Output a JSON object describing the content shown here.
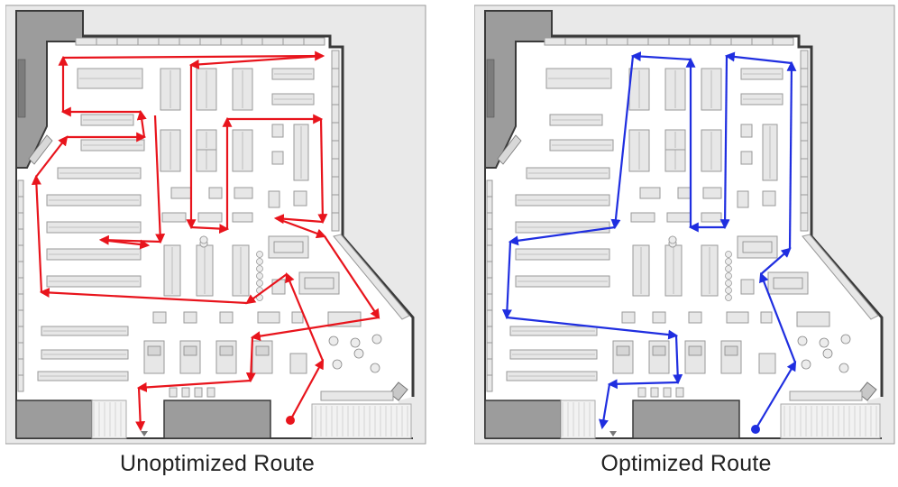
{
  "panels": [
    {
      "caption": "Unoptimized Route",
      "route_color": "#e8141c",
      "route_kind": "unoptimized"
    },
    {
      "caption": "Optimized Route",
      "route_color": "#1f2ee0",
      "route_kind": "optimized"
    }
  ],
  "colors": {
    "background_outside": "#e9e9e9",
    "floor": "#ffffff",
    "wall": "#3a3a3a",
    "dark_block": "#9c9c9c",
    "fixture_fill": "#e7e7e7",
    "fixture_stroke": "#9a9a9a"
  }
}
